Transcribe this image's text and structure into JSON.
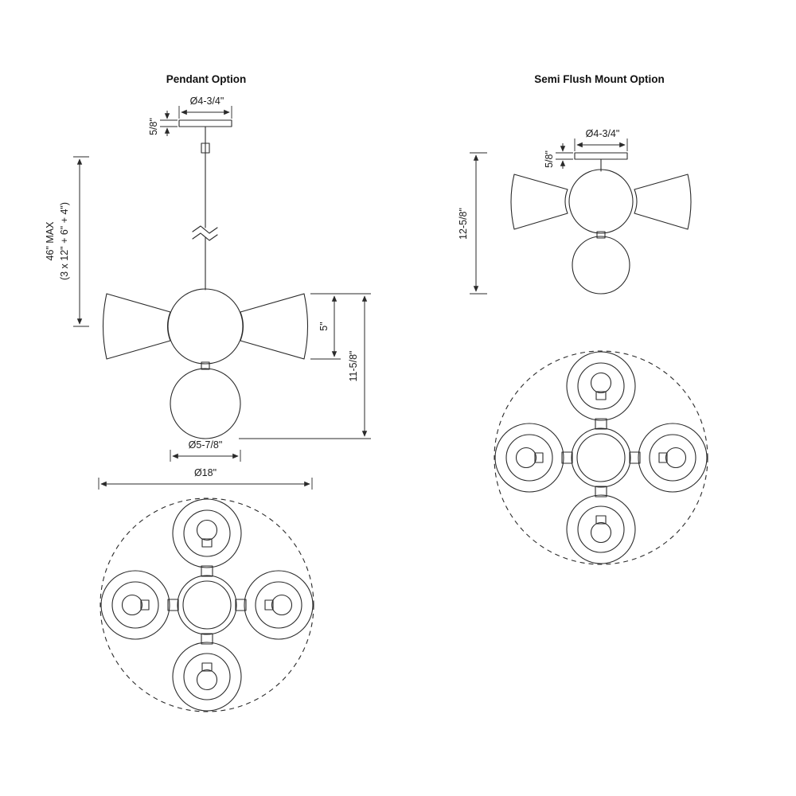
{
  "pendant": {
    "title": "Pendant Option",
    "canopy_diameter": "Ø4-3/4\"",
    "canopy_height": "5/8\"",
    "max_height_line1": "46\" MAX",
    "max_height_line2": "(3 x 12\" + 6\" + 4\")",
    "shade_height": "5\"",
    "body_height": "11-5/8\"",
    "globe_diameter": "Ø5-7/8\"",
    "overall_diameter": "Ø18\""
  },
  "semi_flush": {
    "title": "Semi Flush Mount Option",
    "canopy_diameter": "Ø4-3/4\"",
    "canopy_height": "5/8\"",
    "overall_height": "12-5/8\""
  }
}
